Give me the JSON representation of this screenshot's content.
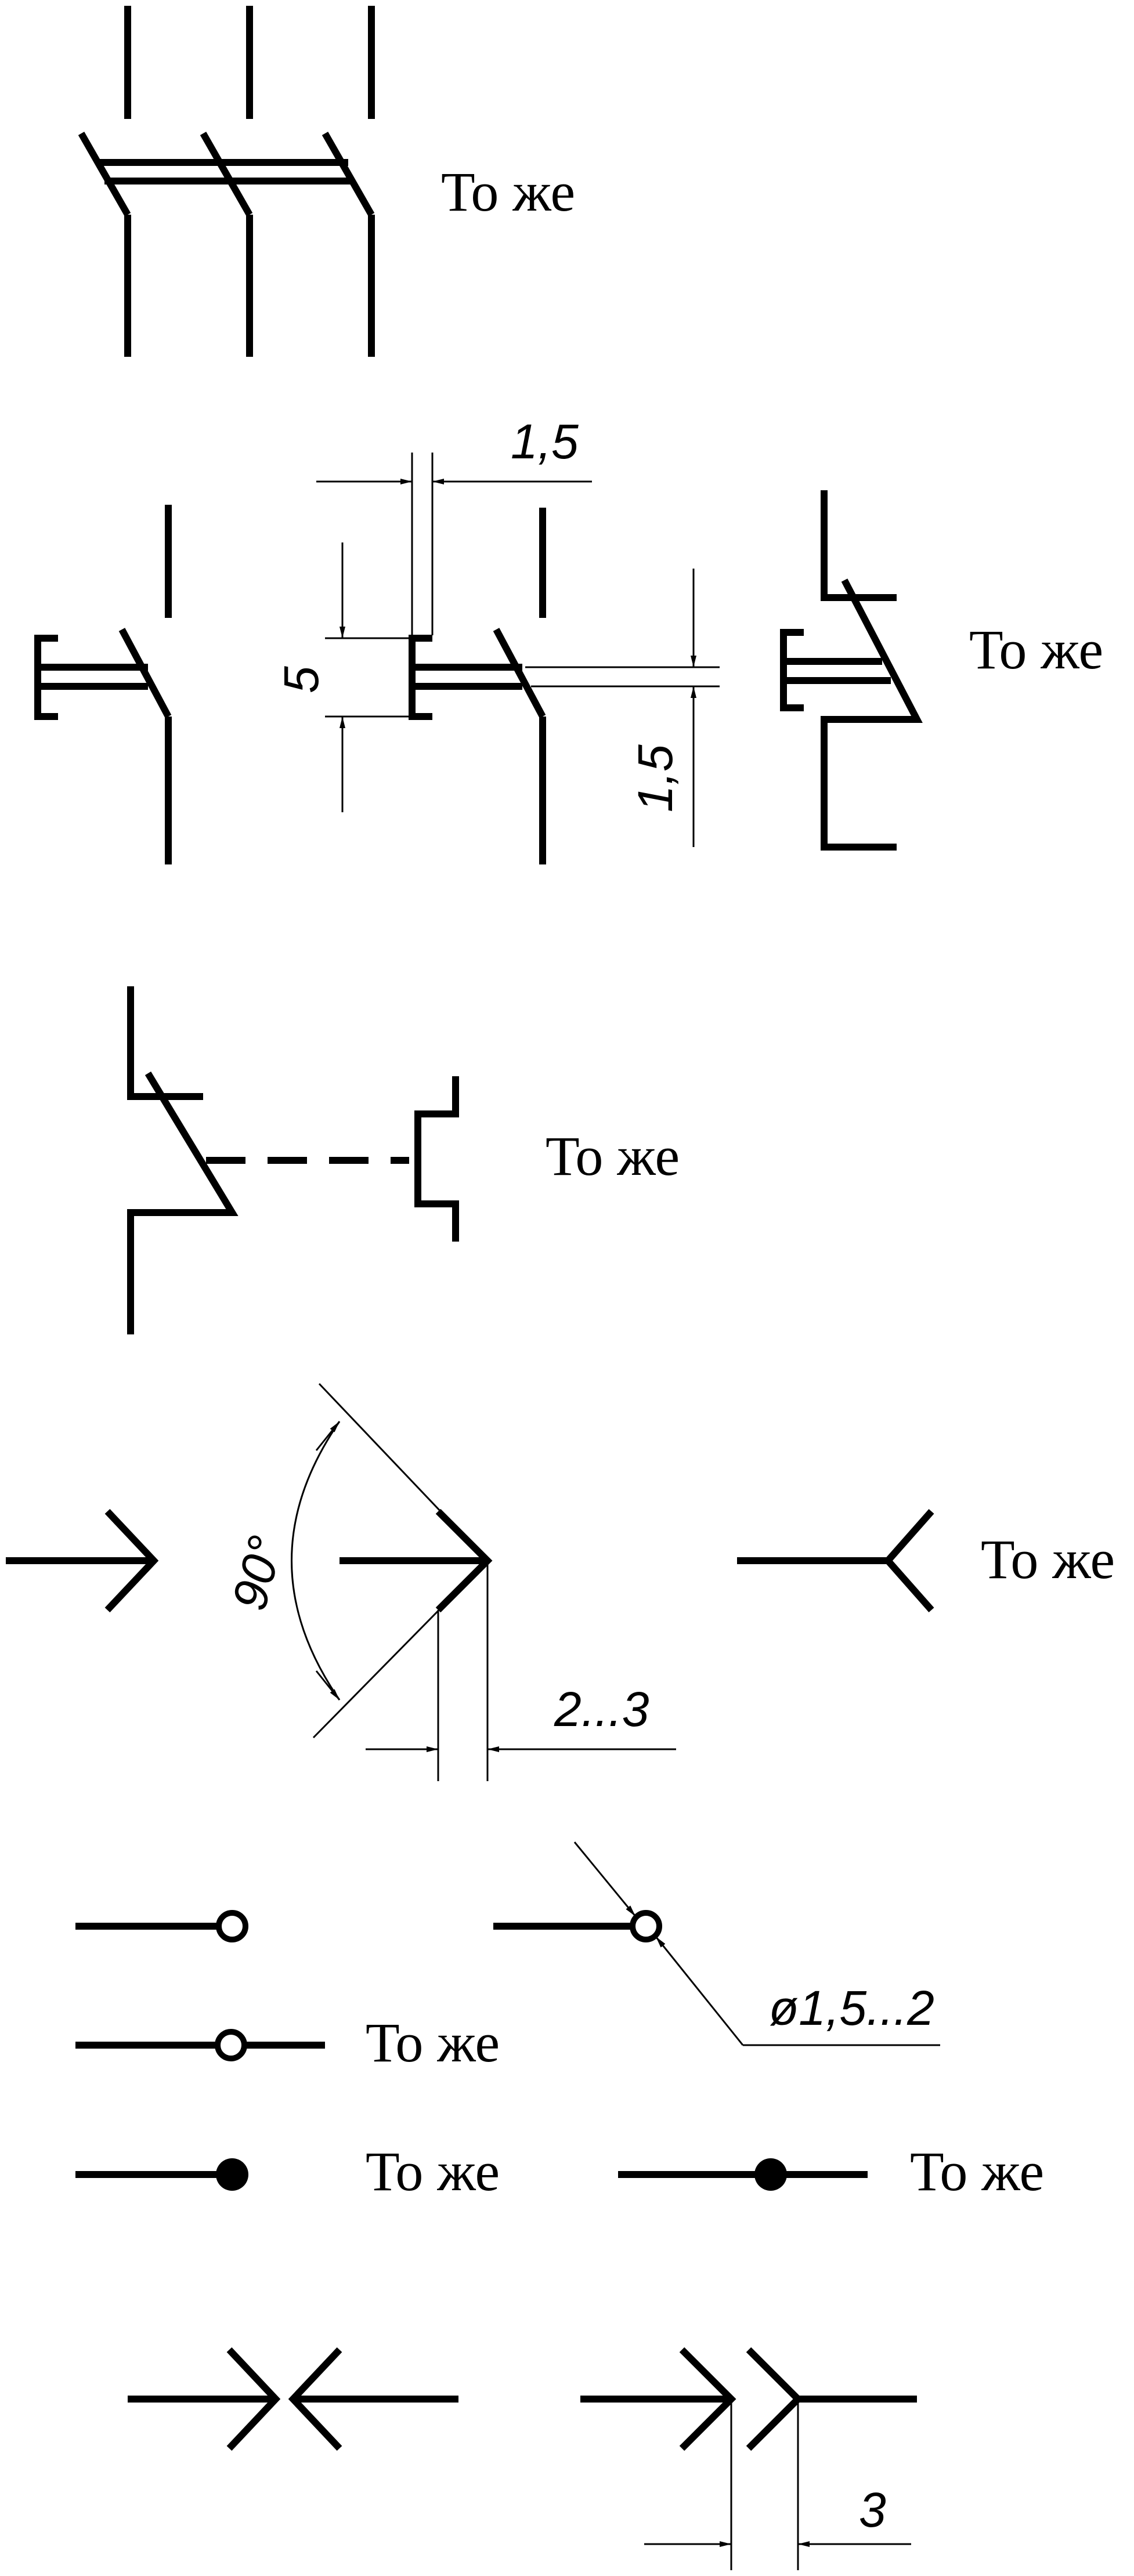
{
  "labels": {
    "same": "То же"
  },
  "dimensions": {
    "gap_width": "1,5",
    "key_height": "5",
    "key_offset": "1,5",
    "angle": "90°",
    "arrow_length": "2...3",
    "circle_diameter": "ø1,5...2",
    "plug_gap": "3"
  }
}
